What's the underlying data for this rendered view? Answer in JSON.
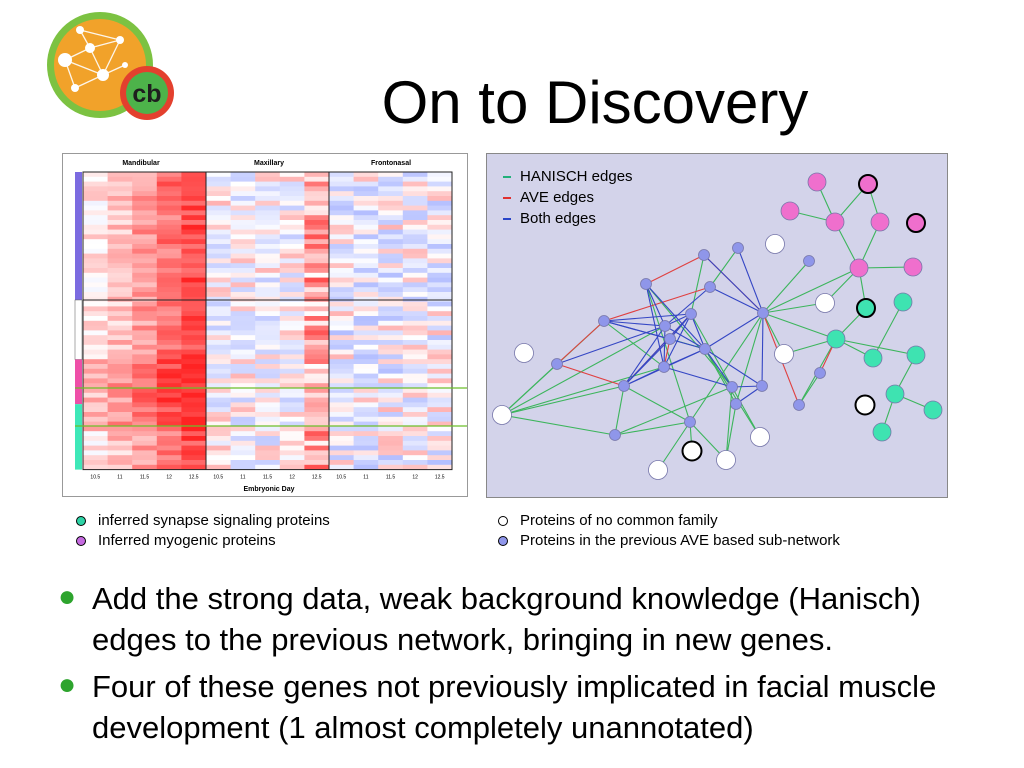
{
  "slide": {
    "title": "On to Discovery",
    "logo_text": "cb"
  },
  "heatmap": {
    "groups": [
      "Mandibular",
      "Maxillary",
      "Frontonasal"
    ],
    "days": [
      "10.5",
      "11",
      "11.5",
      "12",
      "12.5"
    ],
    "xlabel": "Embryonic Day"
  },
  "network": {
    "legend": [
      {
        "label": "HANISCH edges",
        "color": "#22b07a"
      },
      {
        "label": "AVE edges",
        "color": "#e03030"
      },
      {
        "label": "Both edges",
        "color": "#2a45c8"
      }
    ]
  },
  "node_legend": {
    "left": [
      {
        "label": "inferred synapse signaling proteins",
        "color": "#2ed3a6"
      },
      {
        "label": "Inferred myogenic proteins",
        "color": "#c56ae0"
      }
    ],
    "right": [
      {
        "label": "Proteins of no common family",
        "color": "#ffffff"
      },
      {
        "label": "Proteins in the previous AVE based sub-network",
        "color": "#8f96ea"
      }
    ]
  },
  "bullets": [
    "Add the strong data, weak background knowledge (Hanisch) edges to the previous network, bringing in new genes.",
    "Four of these genes not previously implicated in facial muscle development (1 almost completely unannotated)"
  ]
}
